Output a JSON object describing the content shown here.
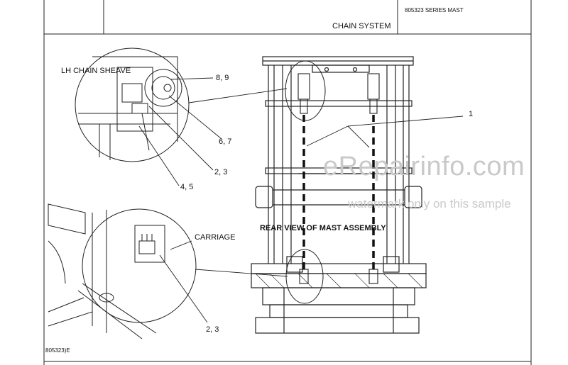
{
  "header": {
    "series": "805323 SERIES MAST",
    "section": "CHAIN SYSTEM"
  },
  "footer": {
    "figure_id": "805323)E"
  },
  "callouts": {
    "lh_chain_sheave": "LH CHAIN SHEAVE",
    "item_8_9": "8, 9",
    "item_6_7": "6, 7",
    "item_2_3_top": "2, 3",
    "item_4_5": "4, 5",
    "item_1": "1",
    "carriage": "CARRIAGE",
    "item_2_3_bottom": "2, 3",
    "rear_view": "REAR VIEW OF MAST ASSEMBLY"
  },
  "watermark": {
    "site": "eRepairinfo.com",
    "note": "watermark only on this sample"
  }
}
